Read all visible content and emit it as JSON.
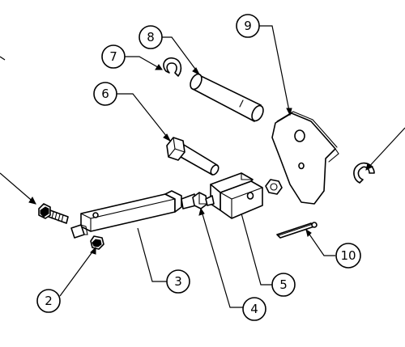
{
  "diagram": {
    "callouts": [
      {
        "id": "2",
        "label": "2"
      },
      {
        "id": "3",
        "label": "3"
      },
      {
        "id": "4",
        "label": "4"
      },
      {
        "id": "5",
        "label": "5"
      },
      {
        "id": "6",
        "label": "6"
      },
      {
        "id": "7",
        "label": "7"
      },
      {
        "id": "8",
        "label": "8"
      },
      {
        "id": "9",
        "label": "9"
      },
      {
        "id": "10",
        "label": "10"
      }
    ],
    "colors": {
      "line": "#000000",
      "background": "#ffffff"
    }
  }
}
